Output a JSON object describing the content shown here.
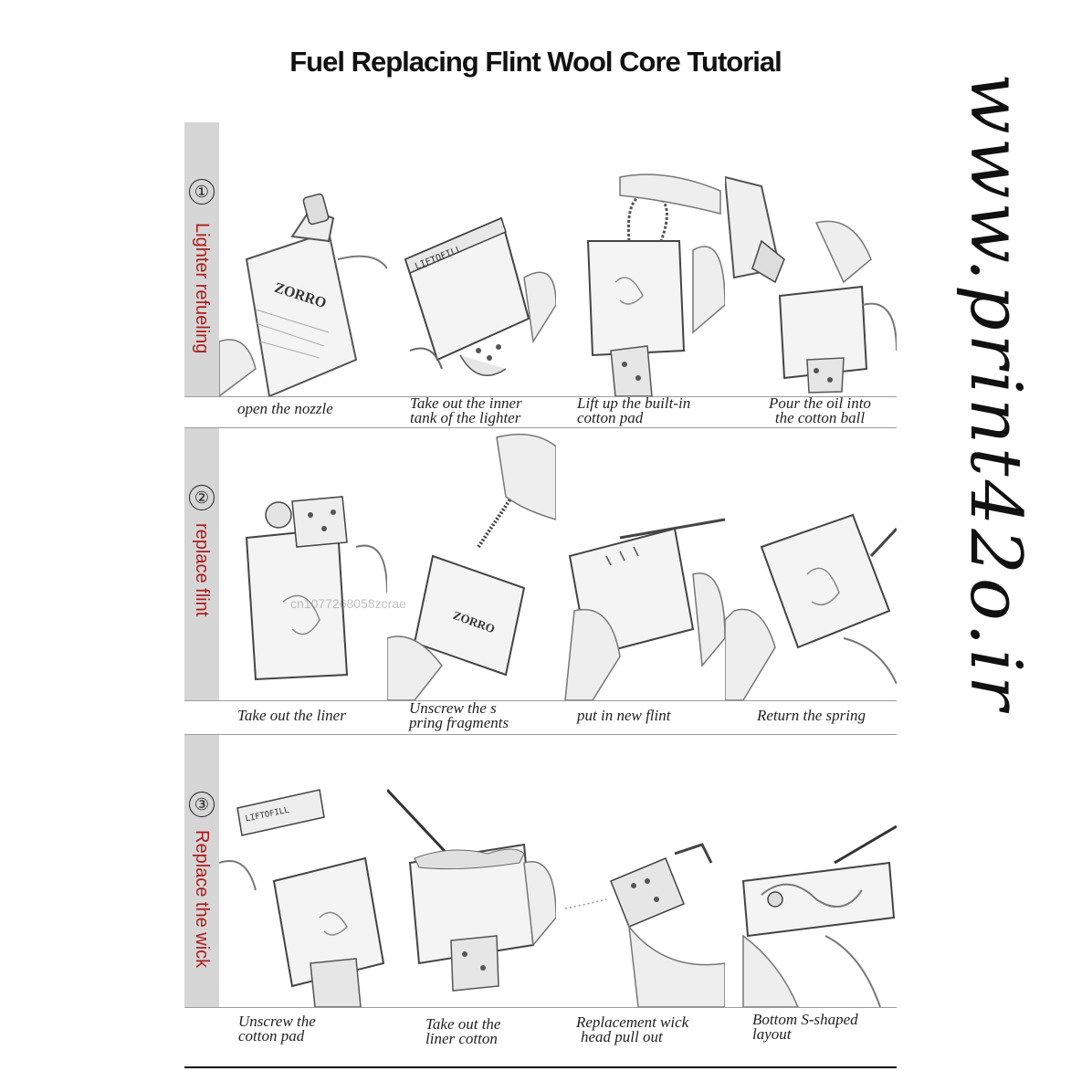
{
  "title": "Fuel Replacing Flint Wool Core Tutorial",
  "watermark": "www.print42o.ir",
  "seller_mark": "cn1077268058zcrae",
  "steps": [
    {
      "number": "①",
      "label": "Lighter refueling",
      "captions": [
        {
          "line1": "open the nozzle",
          "line2": ""
        },
        {
          "line1": "Take out the inner",
          "line2": "tank of the lighter"
        },
        {
          "line1": "Lift up the built-in",
          "line2": "cotton pad"
        },
        {
          "line1": "Pour the oil into",
          "line2": "the cotton ball"
        }
      ]
    },
    {
      "number": "②",
      "label": "replace flint",
      "captions": [
        {
          "line1": "Take out the liner",
          "line2": ""
        },
        {
          "line1": "Unscrew the s",
          "line2": "pring fragments"
        },
        {
          "line1": "put in new flint",
          "line2": ""
        },
        {
          "line1": "Return the spring",
          "line2": ""
        }
      ]
    },
    {
      "number": "③",
      "label": "Replace the wick",
      "captions": [
        {
          "line1": "Unscrew the",
          "line2": "cotton pad"
        },
        {
          "line1": "Take out the",
          "line2": "liner cotton"
        },
        {
          "line1": "Replacement wick",
          "line2": "head pull out"
        },
        {
          "line1": "Bottom S-shaped",
          "line2": "layout"
        }
      ]
    }
  ],
  "brand_text": "ZORRO",
  "tank_text": "LIFTOFILL"
}
